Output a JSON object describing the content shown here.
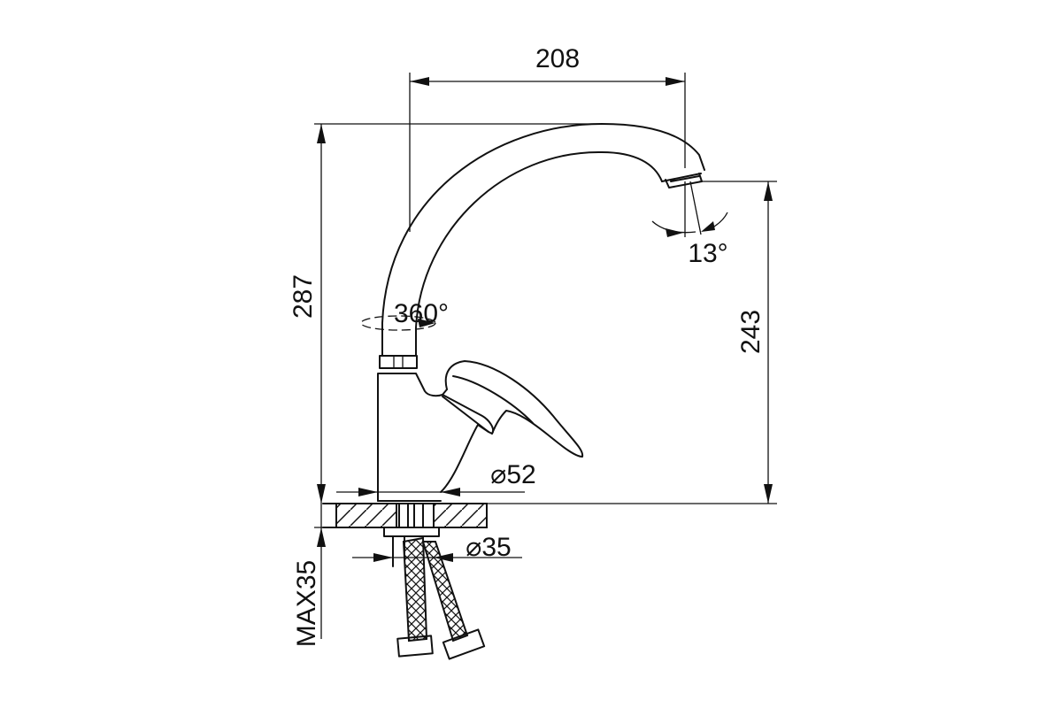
{
  "diagram": {
    "colors": {
      "line": "#111111",
      "background": "#ffffff"
    },
    "dimensions": {
      "spout_reach": "208",
      "total_height": "287",
      "spout_height": "243",
      "swivel_angle": "360°",
      "spout_tilt_angle": "13°",
      "base_diameter": "⌀52",
      "shank_diameter": "⌀35",
      "max_deck_thickness": "MAX35"
    }
  }
}
